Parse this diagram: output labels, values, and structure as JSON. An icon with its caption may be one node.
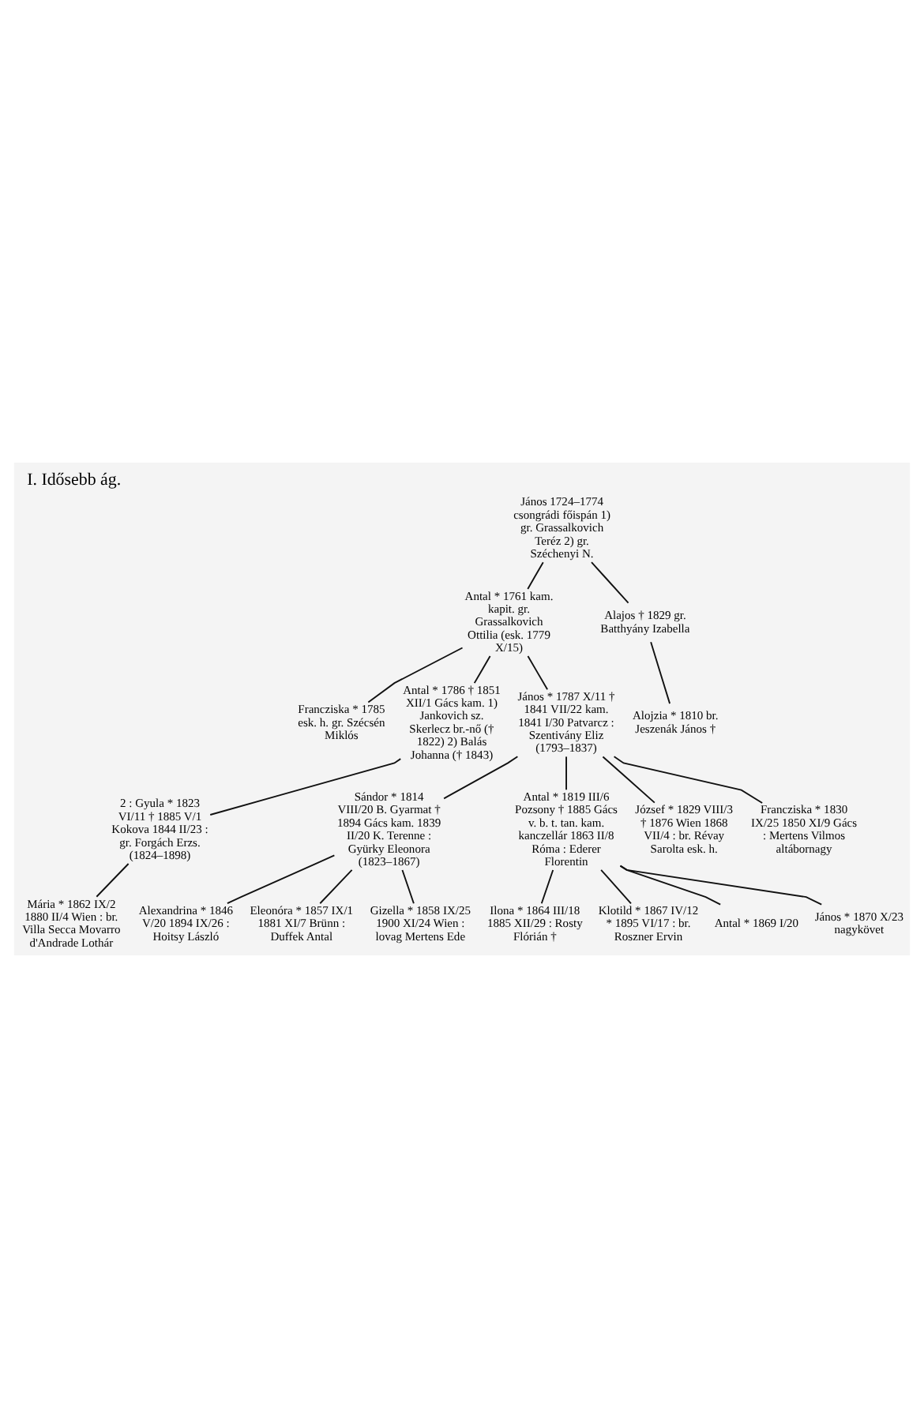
{
  "diagram": {
    "title": "I. Idősebb ág.",
    "nodes": [
      {
        "text": [
          "János 1724–1774 csongrádi főispán 1) gr. Grassalkovich Teréz 2) gr. Széchenyi N."
        ]
      },
      {
        "text": [
          "Antal * 1761 kam. kapit. gr. Grassalkovich Ottilia (esk. 1779 X/15)"
        ]
      },
      {
        "text": [
          "Alajos † 1829 gr. Batthyány Izabella"
        ]
      },
      {
        "text": [
          "Alojzia * 1810 br. Jeszenák János †"
        ]
      },
      {
        "text": [
          "Francziska * 1785 esk. h. gr. Szécsén Miklós"
        ]
      },
      {
        "text": [
          "Antal * 1786 † 1851 XII/1 Gács kam. 1) Jankovich sz. Skerlecz br.-nő († 1822) 2) Balás Johanna († 1843)"
        ]
      },
      {
        "text": [
          "János * 1787 X/11 † 1841 VII/22 kam. 1841 I/30 Patvarcz : Szentivány Eliz (1793–1837)"
        ]
      },
      {
        "text": [
          "2 : Gyula * 1823 VI/11 † 1885 V/1 Kokova 1844 II/23 : gr. Forgách Erzs. (1824–1898)"
        ]
      },
      {
        "text": [
          "Mária * 1862 IX/2 1880 II/4 Wien : br. Villa Secca Movarro d'Andrade Lothár"
        ]
      },
      {
        "text": [
          "Sándor * 1814 VIII/20 B. Gyarmat † 1894 Gács kam. 1839 II/20 K. Terenne : Gyürky Eleonora (1823–1867)"
        ]
      },
      {
        "text": [
          "Antal * 1819 III/6 Pozsony † 1885 Gács v. b. t. tan. kam. kanczellár 1863 II/8 Róma : Ederer Florentin"
        ]
      },
      {
        "text": [
          "József * 1829 VIII/3 † 1876 Wien 1868 VII/4 : br. Révay Sarolta esk. h."
        ]
      },
      {
        "text": [
          "Francziska * 1830 IX/25 1850 XI/9 Gács : Mertens Vilmos altábornagy"
        ]
      },
      {
        "text": [
          "Alexandrina * 1846 V/20 1894 IX/26 : Hoitsy László"
        ]
      },
      {
        "text": [
          "Eleonóra * 1857 IX/1 1881 XI/7 Brünn : Duffek Antal"
        ]
      },
      {
        "text": [
          "Gizella * 1858 IX/25 1900 XI/24 Wien : lovag Mertens Ede"
        ]
      },
      {
        "text": [
          "Ilona * 1864 III/18 1885 XII/29 : Rosty Flórián †"
        ]
      },
      {
        "text": [
          "Klotild * 1867 IV/12 * 1895 VI/17 : br. Roszner Ervin"
        ]
      },
      {
        "text": [
          "Antal * 1869 I/20"
        ]
      },
      {
        "text": [
          "János * 1870 X/23 nagykövet"
        ]
      }
    ],
    "edges": [
      {
        "from": 0,
        "to": 1,
        "arrow": "none"
      },
      {
        "from": 0,
        "to": 2,
        "arrow": "none"
      },
      {
        "from": 2,
        "to": 3,
        "arrow": "none"
      },
      {
        "from": 1,
        "to": 4,
        "arrow": "none"
      },
      {
        "from": 1,
        "to": 5,
        "arrow": "none"
      },
      {
        "from": 1,
        "to": 6,
        "arrow": "none"
      },
      {
        "from": 5,
        "to": 7,
        "arrow": "none"
      },
      {
        "from": 7,
        "to": 8,
        "arrow": "none"
      },
      {
        "from": 6,
        "to": 9,
        "arrow": "none"
      },
      {
        "from": 6,
        "to": 10,
        "arrow": "none"
      },
      {
        "from": 6,
        "to": 11,
        "arrow": "none"
      },
      {
        "from": 6,
        "to": 12,
        "arrow": "none"
      },
      {
        "from": 9,
        "to": 13,
        "arrow": "none"
      },
      {
        "from": 9,
        "to": 14,
        "arrow": "none"
      },
      {
        "from": 9,
        "to": 15,
        "arrow": "none"
      },
      {
        "from": 10,
        "to": 16,
        "arrow": "none"
      },
      {
        "from": 10,
        "to": 17,
        "arrow": "none"
      },
      {
        "from": 10,
        "to": 18,
        "arrow": "none"
      },
      {
        "from": 10,
        "to": 19,
        "arrow": "none"
      }
    ]
  }
}
